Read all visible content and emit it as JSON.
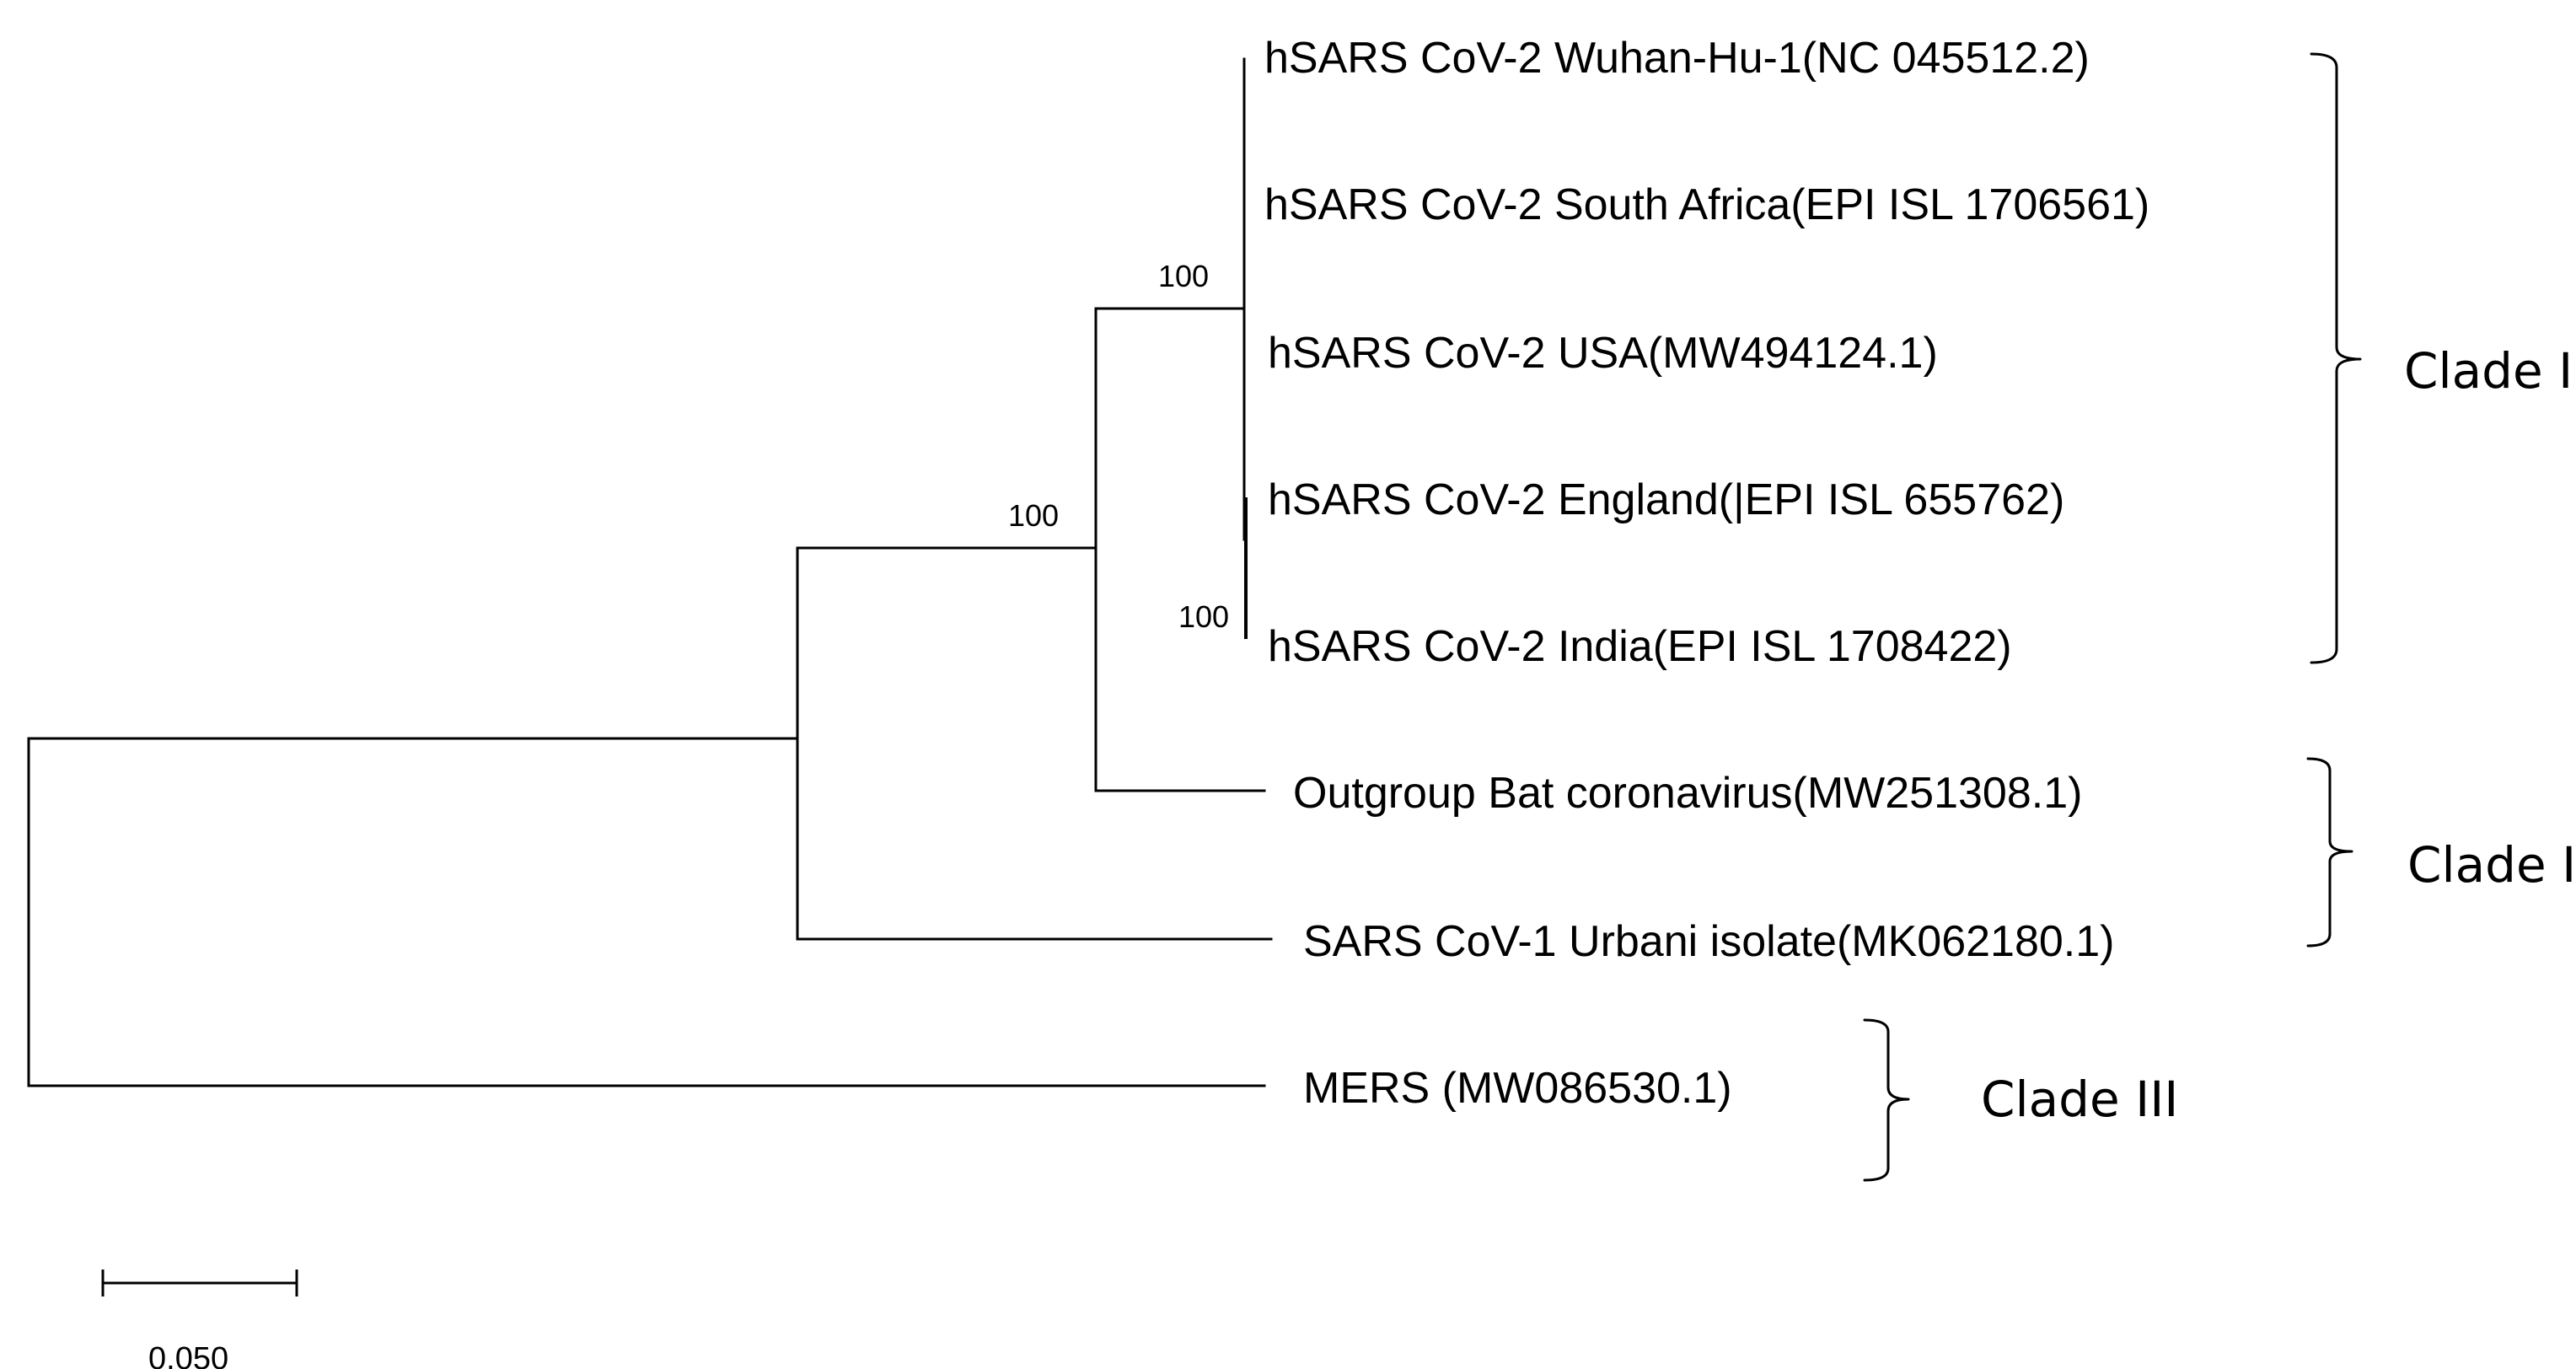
{
  "taxa": {
    "wuhan": "hSARS CoV-2 Wuhan-Hu-1(NC 045512.2)",
    "south_africa": "hSARS CoV-2 South Africa(EPI ISL 1706561)",
    "usa": "hSARS CoV-2 USA(MW494124.1)",
    "england": "hSARS CoV-2 England(|EPI ISL 655762)",
    "india": "hSARS CoV-2 India(EPI ISL 1708422)",
    "bat": "Outgroup Bat coronavirus(MW251308.1)",
    "sars1": "SARS CoV-1 Urbani isolate(MK062180.1)",
    "mers": "MERS (MW086530.1)"
  },
  "bootstrap": {
    "sars2_clade": "100",
    "sars2_bat": "100",
    "england_india": "100"
  },
  "clades": {
    "clade1": "Clade I",
    "clade2": "Clade II",
    "clade3": "Clade III"
  },
  "scale_bar": {
    "label": "0.050"
  }
}
